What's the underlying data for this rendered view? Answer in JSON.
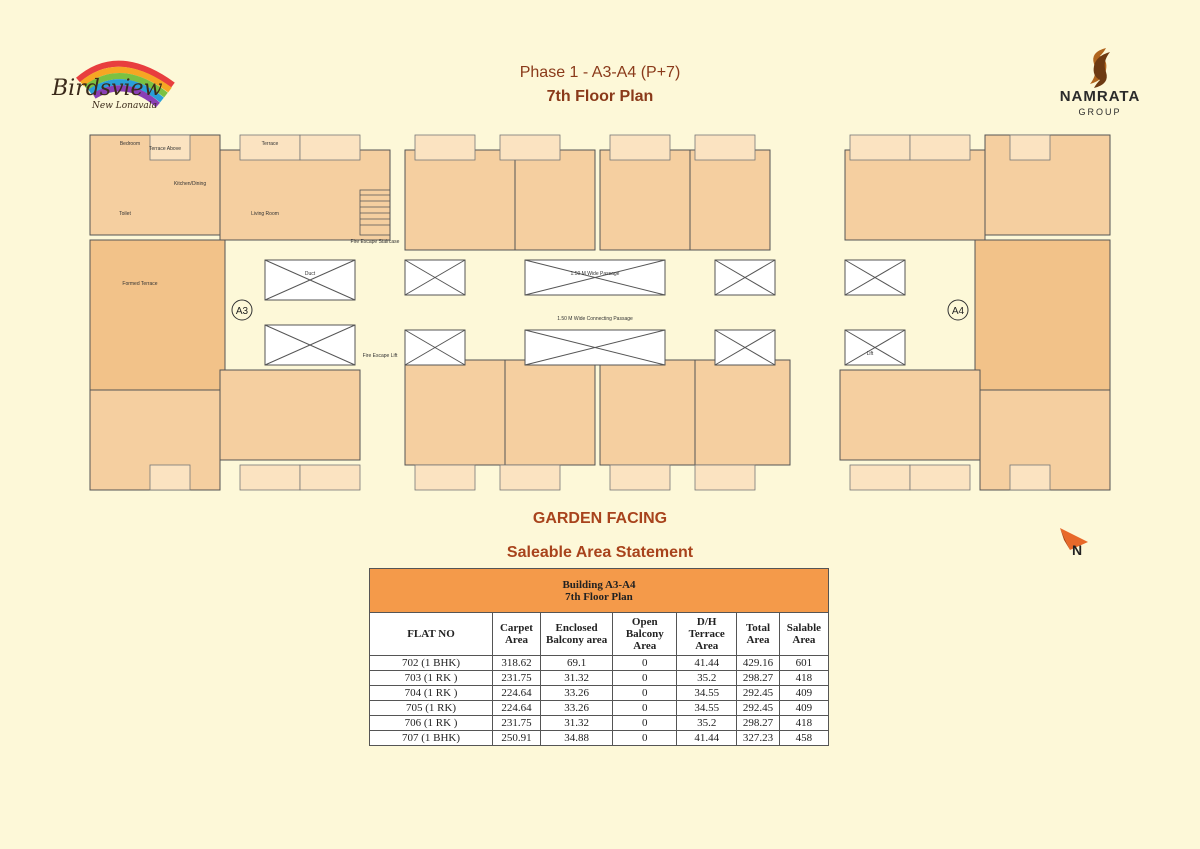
{
  "brand": {
    "name": "Birdsview",
    "location": "New Lonavala"
  },
  "developer": {
    "name": "NAMRATA",
    "group": "GROUP"
  },
  "title": {
    "phase": "Phase 1 - A3-A4 (P+7)",
    "floor": "7th Floor Plan"
  },
  "plan": {
    "wing_left": "A3",
    "wing_right": "A4",
    "labels": {
      "terrace_above": "Terrace Above",
      "terrace": "Terrace",
      "bedroom": "Bedroom",
      "kitchen_dining": "Kitchen/Dining",
      "living_room": "Living Room",
      "toilet": "Toilet",
      "formed_terrace": "Formed Terrace",
      "duct": "Duct",
      "lift": "Lift",
      "wide_passage": "1.50 M Wide Passage",
      "connecting_passage": "1.50 M Wide Connecting Passage",
      "fire_escape": "Fire Escape Staircase",
      "fire_escape_lift": "Fire Escape Lift"
    }
  },
  "facing": "GARDEN FACING",
  "compass": {
    "label": "N"
  },
  "statement": {
    "heading": "Saleable Area Statement",
    "table_title_1": "Building A3-A4",
    "table_title_2": "7th Floor Plan",
    "columns": [
      "FLAT NO",
      "Carpet Area",
      "Enclosed Balcony area",
      "Open Balcony Area",
      "D/H Terrace Area",
      "Total Area",
      "Salable Area"
    ],
    "rows": [
      [
        "702 (1 BHK)",
        "318.62",
        "69.1",
        "0",
        "41.44",
        "429.16",
        "601"
      ],
      [
        "703 (1 RK )",
        "231.75",
        "31.32",
        "0",
        "35.2",
        "298.27",
        "418"
      ],
      [
        "704 (1 RK )",
        "224.64",
        "33.26",
        "0",
        "34.55",
        "292.45",
        "409"
      ],
      [
        "705 (1 RK)",
        "224.64",
        "33.26",
        "0",
        "34.55",
        "292.45",
        "409"
      ],
      [
        "706 (1 RK )",
        "231.75",
        "31.32",
        "0",
        "35.2",
        "298.27",
        "418"
      ],
      [
        "707 (1 BHK)",
        "250.91",
        "34.88",
        "0",
        "41.44",
        "327.23",
        "458"
      ]
    ]
  }
}
